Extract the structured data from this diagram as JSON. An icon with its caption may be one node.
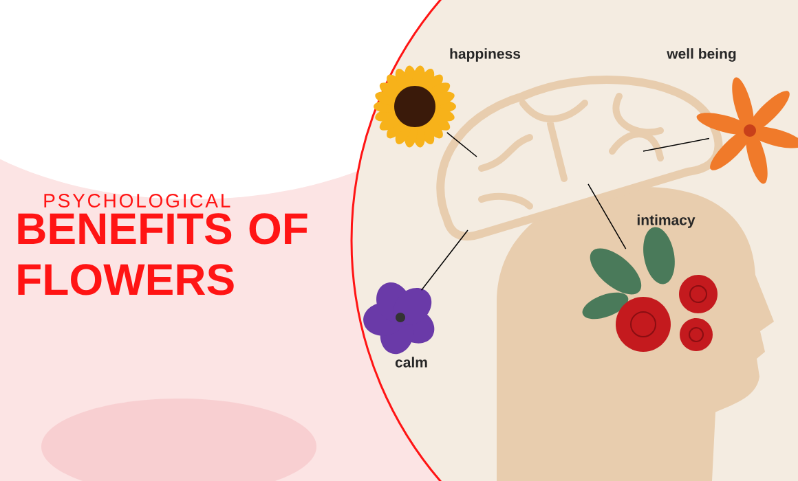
{
  "diagram": {
    "title": "BENEFITS OF FLOWERS",
    "nodes": [
      {
        "text": [
          "happiness"
        ]
      },
      {
        "text": [
          "well being"
        ]
      },
      {
        "text": [
          "intimacy"
        ]
      },
      {
        "text": [
          "calm"
        ]
      }
    ],
    "edges": [
      {
        "from": 0,
        "to": null,
        "arrow": "none"
      },
      {
        "from": 1,
        "to": null,
        "arrow": "none"
      },
      {
        "from": 2,
        "to": null,
        "arrow": "none"
      },
      {
        "from": 3,
        "to": null,
        "arrow": "none"
      }
    ],
    "labels": [
      "PSYCHOLOGICAL"
    ]
  }
}
